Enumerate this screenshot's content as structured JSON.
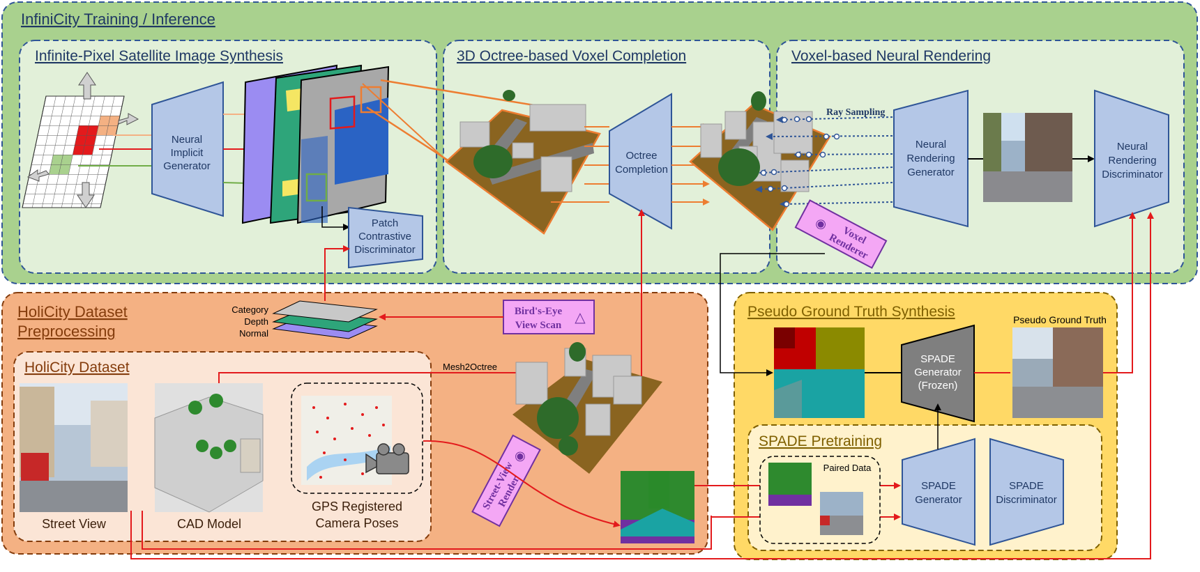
{
  "colors": {
    "green_outer": "#a9d18e",
    "green_inner": "#e2f0d9",
    "orange_outer": "#f4b183",
    "orange_inner": "#fbe5d6",
    "yellow_outer": "#ffd966",
    "yellow_inner": "#fff2cc",
    "module_blue": "#b4c7e7",
    "module_border": "#2f5597",
    "dash_border": "#2f5597",
    "renderer_pink": "#f4a7f5",
    "arrow_red": "#e31a1c",
    "arrow_orange": "#ed7d31",
    "ray_blue": "#2f5597"
  },
  "sections": {
    "infinicity": "InfiniCity Training / Inference",
    "satellite": "Infinite-Pixel Satellite Image Synthesis",
    "octree": "3D Octree-based Voxel Completion",
    "neural_rendering": "Voxel-based Neural Rendering",
    "holicity_pre_1": "HoliCity Dataset",
    "holicity_pre_2": "Preprocessing",
    "holicity_dataset": "HoliCity Dataset",
    "pseudo_gt_synth": "Pseudo Ground Truth Synthesis",
    "spade_pretraining": "SPADE Pretraining"
  },
  "modules": {
    "neural_implicit": [
      "Neural",
      "Implicit",
      "Generator"
    ],
    "patch_disc": [
      "Patch",
      "Contrastive",
      "Discriminator"
    ],
    "octree_completion": [
      "Octree",
      "Completion"
    ],
    "neural_rendering_gen": [
      "Neural",
      "Rendering",
      "Generator"
    ],
    "neural_rendering_disc": [
      "Neural",
      "Rendering",
      "Discriminator"
    ],
    "spade_frozen": [
      "SPADE",
      "Generator",
      "(Frozen)"
    ],
    "spade_gen": [
      "SPADE",
      "Generator"
    ],
    "spade_disc": [
      "SPADE",
      "Discriminator"
    ]
  },
  "renderers": {
    "voxel": [
      "Voxel",
      "Renderer"
    ],
    "birds_eye": [
      "Bird's-Eye",
      "View Scan"
    ],
    "street_view": [
      "Street-View",
      "Render"
    ]
  },
  "labels": {
    "ray_sampling": "Ray Sampling",
    "category": "Category",
    "depth": "Depth",
    "normal": "Normal",
    "mesh2octree": "Mesh2Octree",
    "street_view": "Street View",
    "cad_model": "CAD Model",
    "gps_1": "GPS Registered",
    "gps_2": "Camera Poses",
    "pseudo_gt": "Pseudo Ground Truth",
    "paired_data": "Paired Data"
  }
}
